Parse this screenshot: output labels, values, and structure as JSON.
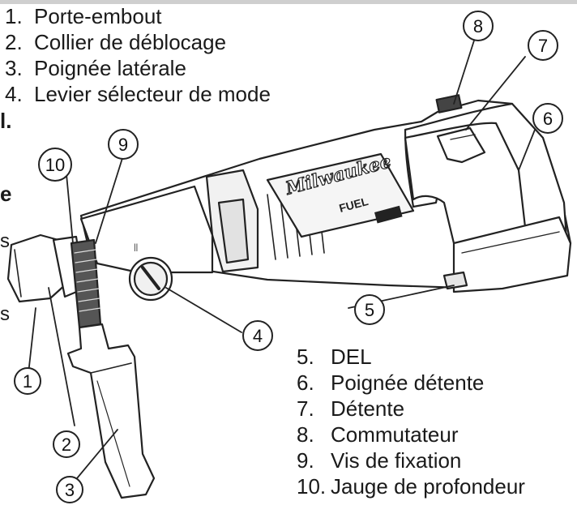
{
  "legend_left": [
    {
      "num": "1.",
      "label": "Porte-embout"
    },
    {
      "num": "2.",
      "label": "Collier de déblocage"
    },
    {
      "num": "3.",
      "label": "Poignée latérale"
    },
    {
      "num": "4.",
      "label": "Levier sélecteur de mode"
    }
  ],
  "legend_right": [
    {
      "num": "5.",
      "label": "DEL"
    },
    {
      "num": "6.",
      "label": "Poignée détente"
    },
    {
      "num": "7.",
      "label": "Détente"
    },
    {
      "num": "8.",
      "label": "Commutateur"
    },
    {
      "num": "9.",
      "label": "Vis de fixation"
    },
    {
      "num": "10.",
      "label": "Jauge de profondeur"
    }
  ],
  "callouts": [
    "1",
    "2",
    "3",
    "4",
    "5",
    "6",
    "7",
    "8",
    "9",
    "10"
  ],
  "brand_text": "Milwaukee",
  "model_text": "FUEL",
  "clipped_text": {
    "a": "l.",
    "b": "e",
    "c": "s",
    "d": "s"
  }
}
